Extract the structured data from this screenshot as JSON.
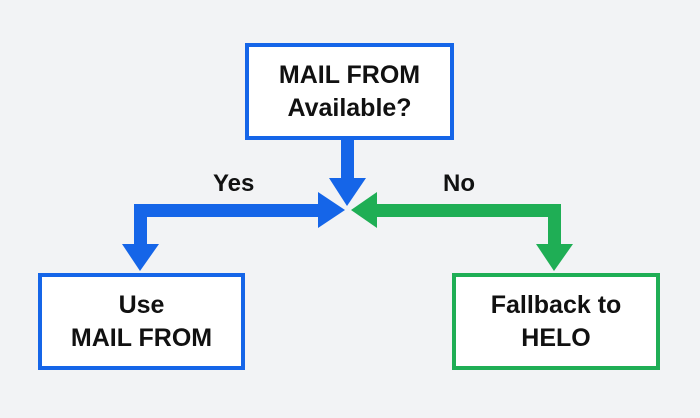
{
  "nodes": {
    "decision": {
      "line1": "MAIL FROM",
      "line2": "Available?"
    },
    "use": {
      "line1": "Use",
      "line2": "MAIL FROM"
    },
    "fallback": {
      "line1": "Fallback to",
      "line2": "HELO"
    }
  },
  "edges": {
    "yes_label": "Yes",
    "no_label": "No"
  },
  "colors": {
    "blue": "#1565e8",
    "green": "#1fae55",
    "background": "#f2f3f5",
    "text": "#111111"
  }
}
